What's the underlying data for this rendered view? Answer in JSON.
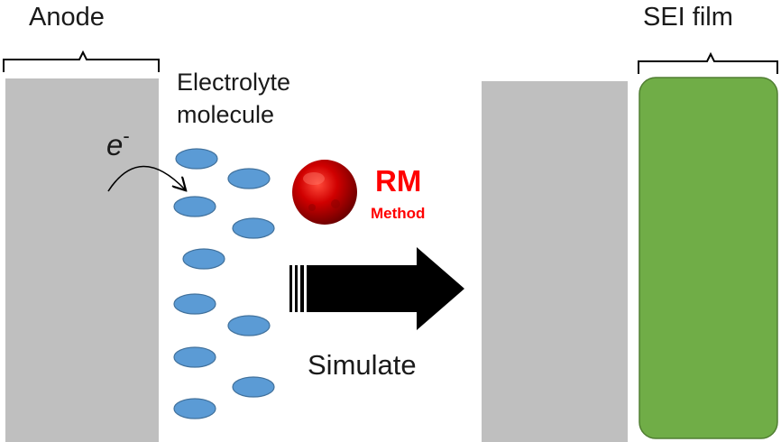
{
  "labels": {
    "anode": "Anode",
    "electrolyte_line1": "Electrolyte",
    "electrolyte_line2": "molecule",
    "electron": "e",
    "electron_sup": "-",
    "rm": "RM",
    "method": "Method",
    "simulate": "Simulate",
    "sei_film": "SEI film"
  },
  "colors": {
    "electrode": "#bfbfbf",
    "molecule": "#5b9bd5",
    "molecule_stroke": "#41719c",
    "sei": "#70ad47",
    "sei_stroke": "#507e32",
    "rm_red": "#ff0000",
    "rm_sphere": "#c00000",
    "arrow": "#000000"
  },
  "icons": {
    "rm_logo": "red-sphere-icon",
    "arrow": "right-arrow-icon"
  }
}
